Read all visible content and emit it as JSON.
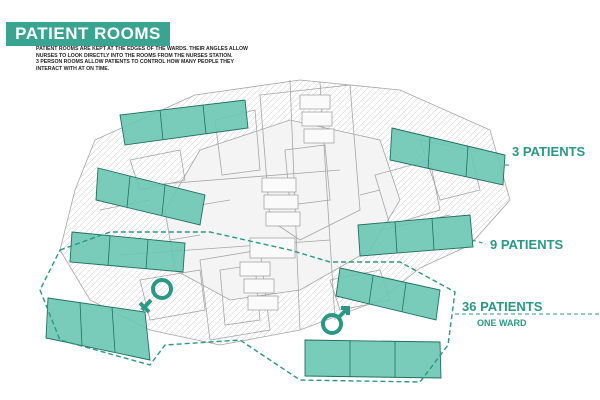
{
  "header": {
    "title": "PATIENT ROOMS",
    "description_lines": [
      "PATIENT ROOMS ARE KEPT AT THE EDGES OF THE WARDS. THEIR ANGLES ALLOW",
      "NURSES TO LOOK DIRECTLY INTO THE ROOMS FROM THE NURSES STATION.",
      "3 PERSON ROOMS ALLOW PATIENTS TO CONTROL HOW MANY PEOPLE THEY",
      "INTERACT WITH AT ON TIME."
    ]
  },
  "labels": {
    "three": "3 PATIENTS",
    "nine": "9 PATIENTS",
    "thirtysix": "36 PATIENTS",
    "ward": "ONE WARD"
  },
  "symbols": {
    "female": "female-symbol",
    "male": "male-symbol"
  },
  "colors": {
    "accent": "#3aa493",
    "room_fill": "#6cc7b3",
    "line": "#2a9886",
    "drawing": "#999999"
  }
}
